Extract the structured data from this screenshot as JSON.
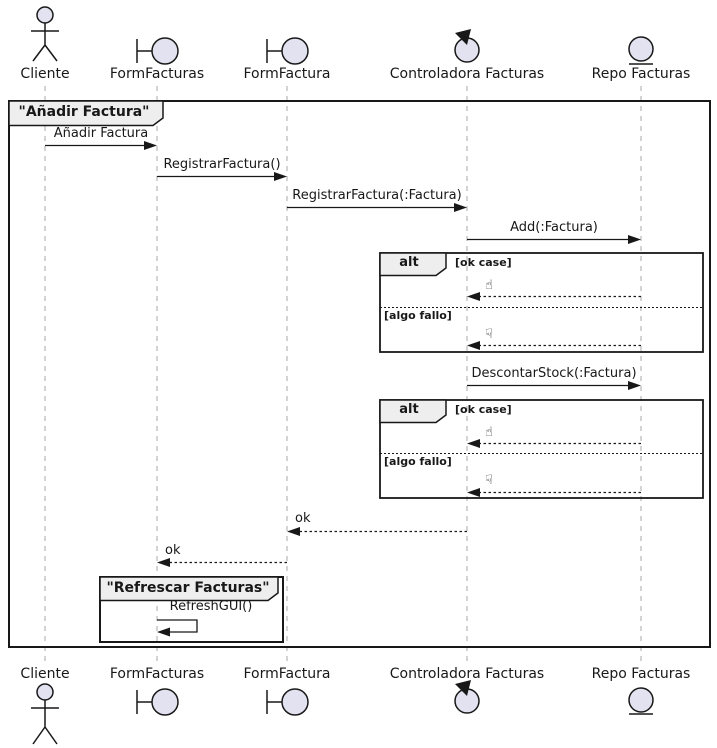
{
  "participants": [
    {
      "label": "Cliente",
      "kind": "actor"
    },
    {
      "label": "FormFacturas",
      "kind": "boundary"
    },
    {
      "label": "FormFactura",
      "kind": "boundary"
    },
    {
      "label": "Controladora Facturas",
      "kind": "control"
    },
    {
      "label": "Repo Facturas",
      "kind": "entity"
    }
  ],
  "frames": {
    "outer_title": "\"Añadir Factura\"",
    "inner_title": "\"Refrescar Facturas\"",
    "alt1": {
      "operator": "alt",
      "guard_ok": "[ok case]",
      "guard_fail": "[algo fallo]"
    },
    "alt2": {
      "operator": "alt",
      "guard_ok": "[ok case]",
      "guard_fail": "[algo fallo]"
    }
  },
  "messages": {
    "anadir": "Añadir Factura",
    "registrar": "RegistrarFactura()",
    "registrar_factura": "RegistrarFactura(:Factura)",
    "add": "Add(:Factura)",
    "descontar": "DescontarStock(:Factura)",
    "ok1": "ok",
    "ok2": "ok",
    "refresh": "RefreshGUI()"
  },
  "icons": {
    "thumbs_up": "☝",
    "thumbs_down": "☟"
  },
  "colors": {
    "participant_fill": "#E2E2F0",
    "stroke": "#181818",
    "frame_header_fill": "#EEEEEE",
    "lifeline": "#A8A8A8"
  }
}
